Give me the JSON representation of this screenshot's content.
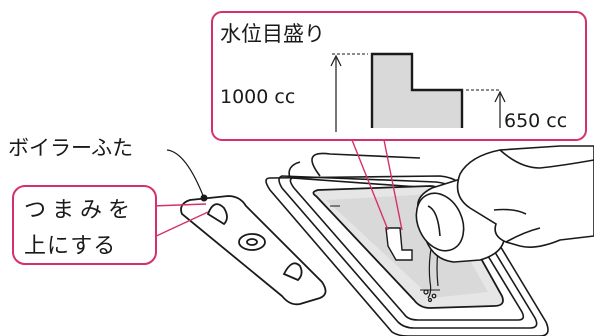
{
  "callouts": {
    "water_level": {
      "title": "水位目盛り",
      "high_mark": "1000 cc",
      "low_mark": "650 cc"
    },
    "lid": {
      "name": "ボイラーふた",
      "instruction_line1": "つまみを",
      "instruction_line2": "上にする"
    }
  },
  "colors": {
    "callout_border": "#d4306e",
    "gauge_fill": "#d9d9d9",
    "panel_fill": "#e6e6e6",
    "line": "#1a1a1a"
  }
}
